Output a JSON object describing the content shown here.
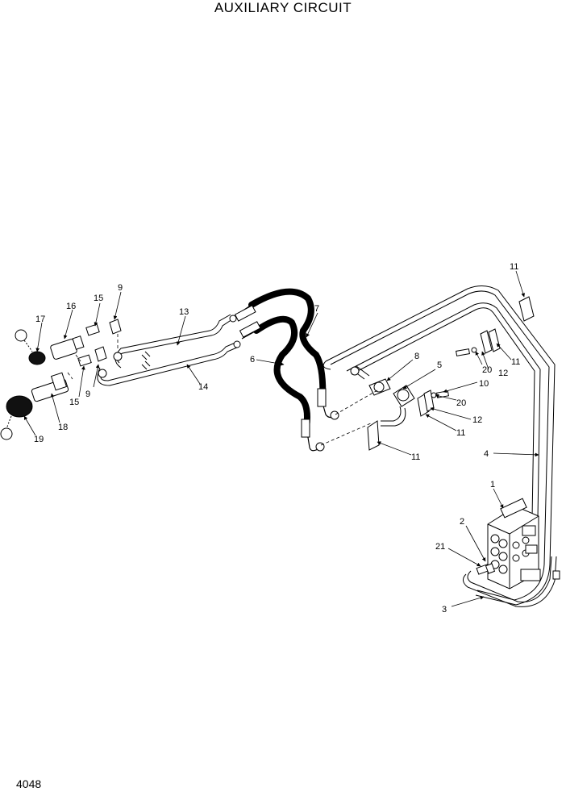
{
  "title": "AUXILIARY CIRCUIT",
  "page_number": "4048",
  "callouts": [
    "1",
    "2",
    "3",
    "4",
    "5",
    "6",
    "7",
    "8",
    "9",
    "9",
    "10",
    "11",
    "11",
    "11",
    "11",
    "12",
    "12",
    "13",
    "14",
    "15",
    "15",
    "16",
    "17",
    "18",
    "19",
    "20",
    "20",
    "21"
  ]
}
